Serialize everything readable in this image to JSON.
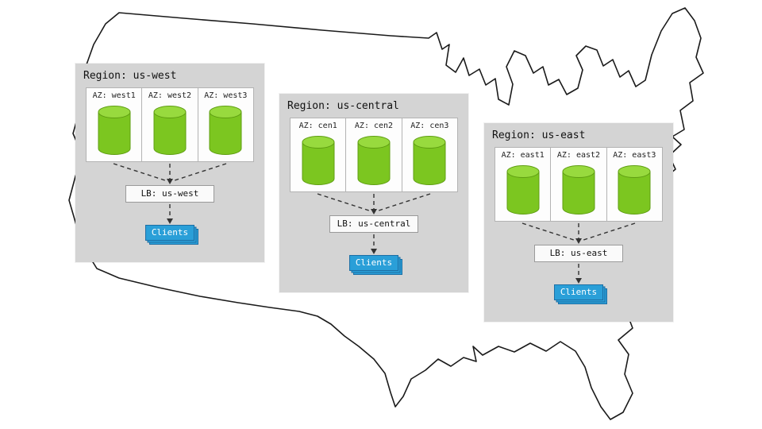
{
  "regions": [
    {
      "title": "Region: us-west",
      "azs": [
        "AZ: west1",
        "AZ: west2",
        "AZ: west3"
      ],
      "lb": "LB: us-west",
      "clients": "Clients"
    },
    {
      "title": "Region: us-central",
      "azs": [
        "AZ: cen1",
        "AZ: cen2",
        "AZ: cen3"
      ],
      "lb": "LB: us-central",
      "clients": "Clients"
    },
    {
      "title": "Region: us-east",
      "azs": [
        "AZ: east1",
        "AZ: east2",
        "AZ: east3"
      ],
      "lb": "LB: us-east",
      "clients": "Clients"
    }
  ],
  "colors": {
    "panel_bg": "#d4d4d4",
    "cylinder_body": "#7cc620",
    "cylinder_top": "#98da3e",
    "cylinder_stroke": "#5f9e12",
    "clients_bg": "#2a9fd8",
    "clients_border": "#1d6fa5",
    "line": "#333333"
  }
}
